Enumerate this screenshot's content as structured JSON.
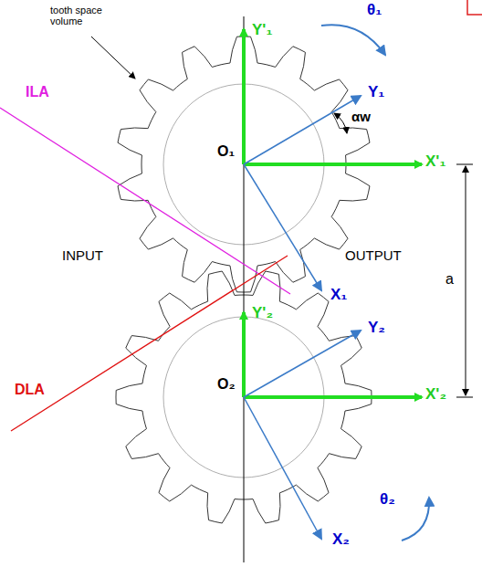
{
  "diagram": {
    "labels": [
      "tooth space volume",
      "Y'₁",
      "θ₁",
      "Y₁",
      "αw",
      "ILA",
      "O₁",
      "X'₁",
      "Y'₂",
      "INPUT",
      "OUTPUT",
      "X₁",
      "a",
      "DLA",
      "Y₂",
      "O₂",
      "X'₂",
      "θ₂",
      "X₂"
    ]
  }
}
